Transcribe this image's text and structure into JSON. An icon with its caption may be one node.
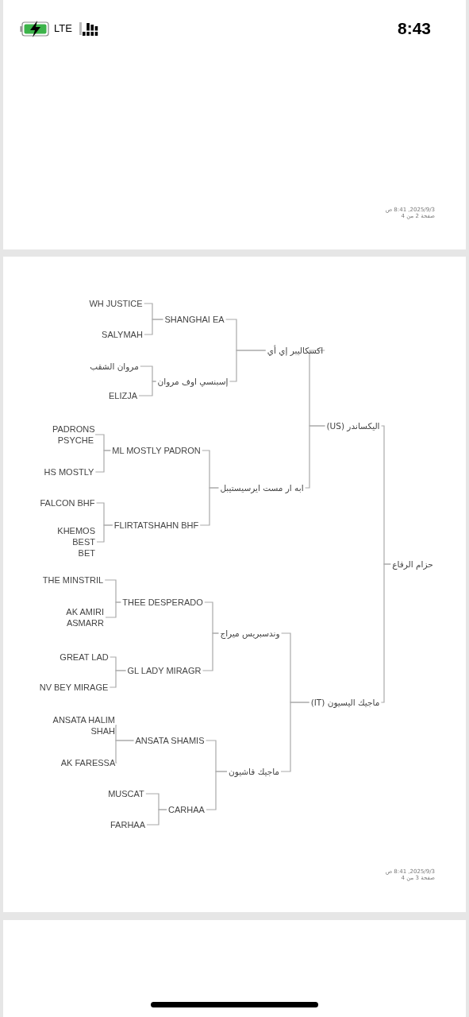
{
  "diagram": {
    "nodes": [
      {
        "text": [
          "حزام الرفاع"
        ]
      },
      {
        "text": [
          "اليكساندر (US)"
        ]
      },
      {
        "text": [
          "اكسكاليبر إي أي"
        ]
      },
      {
        "text": [
          "SHANGHAI EA"
        ]
      },
      {
        "text": [
          "WH JUSTICE"
        ]
      },
      {
        "text": [
          "SALYMAH"
        ]
      },
      {
        "text": [
          "إسبنسي اوف مروان"
        ]
      },
      {
        "text": [
          "مروان الشقب"
        ]
      },
      {
        "text": [
          "ELIZJA"
        ]
      },
      {
        "text": [
          "ابه ار مست ايرسيستيبل"
        ]
      },
      {
        "text": [
          "ML MOSTLY PADRON"
        ]
      },
      {
        "text": [
          "PADRONS PSYCHE"
        ]
      },
      {
        "text": [
          "HS MOSTLY"
        ]
      },
      {
        "text": [
          "FLIRTATSHAHN BHF"
        ]
      },
      {
        "text": [
          "FALCON BHF"
        ]
      },
      {
        "text": [
          "KHEMOS BEST BET"
        ]
      },
      {
        "text": [
          "ماجيك اليسيون (IT)"
        ]
      },
      {
        "text": [
          "وندسبريس ميراج"
        ]
      },
      {
        "text": [
          "THEE DESPERADO"
        ]
      },
      {
        "text": [
          "THE MINSTRIL"
        ]
      },
      {
        "text": [
          "AK AMIRI ASMARR"
        ]
      },
      {
        "text": [
          "GL LADY MIRAGR"
        ]
      },
      {
        "text": [
          "GREAT LAD"
        ]
      },
      {
        "text": [
          "NV BEY MIRAGE"
        ]
      },
      {
        "text": [
          "ماجيك فاشيون"
        ]
      },
      {
        "text": [
          "ANSATA SHAMIS"
        ]
      },
      {
        "text": [
          "ANSATA HALIM SHAH"
        ]
      },
      {
        "text": [
          "AK FARESSA"
        ]
      },
      {
        "text": [
          "CARHAA"
        ]
      },
      {
        "text": [
          "MUSCAT"
        ]
      },
      {
        "text": [
          "FARHAA"
        ]
      }
    ],
    "edges": [
      {
        "from": 0,
        "to": 1,
        "arrow": "none"
      },
      {
        "from": 0,
        "to": 16,
        "arrow": "none"
      },
      {
        "from": 1,
        "to": 2,
        "arrow": "none"
      },
      {
        "from": 1,
        "to": 9,
        "arrow": "none"
      },
      {
        "from": 2,
        "to": 3,
        "arrow": "none"
      },
      {
        "from": 2,
        "to": 6,
        "arrow": "none"
      },
      {
        "from": 3,
        "to": 4,
        "arrow": "none"
      },
      {
        "from": 3,
        "to": 5,
        "arrow": "none"
      },
      {
        "from": 6,
        "to": 7,
        "arrow": "none"
      },
      {
        "from": 6,
        "to": 8,
        "arrow": "none"
      },
      {
        "from": 9,
        "to": 10,
        "arrow": "none"
      },
      {
        "from": 9,
        "to": 13,
        "arrow": "none"
      },
      {
        "from": 10,
        "to": 11,
        "arrow": "none"
      },
      {
        "from": 10,
        "to": 12,
        "arrow": "none"
      },
      {
        "from": 13,
        "to": 14,
        "arrow": "none"
      },
      {
        "from": 13,
        "to": 15,
        "arrow": "none"
      },
      {
        "from": 16,
        "to": 17,
        "arrow": "none"
      },
      {
        "from": 16,
        "to": 24,
        "arrow": "none"
      },
      {
        "from": 17,
        "to": 18,
        "arrow": "none"
      },
      {
        "from": 17,
        "to": 21,
        "arrow": "none"
      },
      {
        "from": 18,
        "to": 19,
        "arrow": "none"
      },
      {
        "from": 18,
        "to": 20,
        "arrow": "none"
      },
      {
        "from": 21,
        "to": 22,
        "arrow": "none"
      },
      {
        "from": 21,
        "to": 23,
        "arrow": "none"
      },
      {
        "from": 24,
        "to": 25,
        "arrow": "none"
      },
      {
        "from": 24,
        "to": 28,
        "arrow": "none"
      },
      {
        "from": 25,
        "to": 26,
        "arrow": "none"
      },
      {
        "from": 25,
        "to": 27,
        "arrow": "none"
      },
      {
        "from": 28,
        "to": 29,
        "arrow": "none"
      },
      {
        "from": 28,
        "to": 30,
        "arrow": "none"
      }
    ],
    "labels": [
      "LTE",
      "8:43",
      "2025/9/3, 8:41 ص",
      "صفحة 2 من 4",
      "2025/9/3, 8:41 ص",
      "صفحة 3 من 4"
    ]
  }
}
